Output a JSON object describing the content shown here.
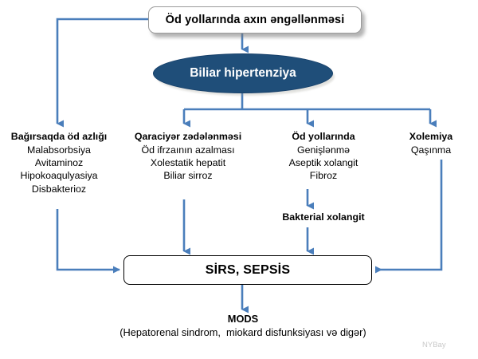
{
  "diagram": {
    "title_box": {
      "label": "Öd yollarında axın əngəllənməsi"
    },
    "ellipse": {
      "label": "Biliar hipertenziya",
      "color": "#1f4e79"
    },
    "arrow_color": "#4a7ebb",
    "columns": [
      {
        "heading": "Bağırsaqda öd azlığı",
        "items": [
          "Malabsorbsiya",
          "Avitaminoz",
          "Hipokoaqulyasiya",
          "Disbakterioz"
        ]
      },
      {
        "heading": "Qaraciyər zədələnməsi",
        "items": [
          "Öd ifrzaının azalması",
          "Xolestatik hepatit",
          "Biliar sirroz"
        ]
      },
      {
        "heading": "Öd yollarında",
        "items": [
          "Genişlənmə",
          "Aseptik xolangit",
          "Fibroz"
        ]
      },
      {
        "heading": "Xolemiya",
        "items": [
          "Qaşınma"
        ]
      }
    ],
    "bacterial_node": {
      "label": "Bakterial xolangit"
    },
    "sirs_box": {
      "label": "SİRS, SEPSİS"
    },
    "outcome": {
      "label": "MODS",
      "detail": "(Hepatorenal sindrom,  miokard disfunksiyası və digər)"
    },
    "watermark": {
      "label": "NYBay"
    }
  }
}
